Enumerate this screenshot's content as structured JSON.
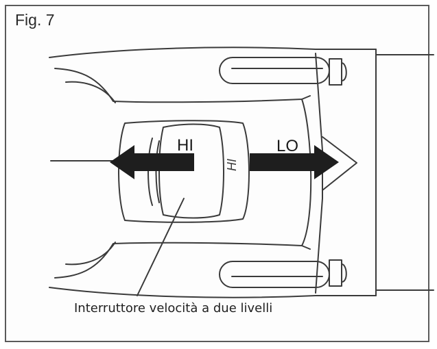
{
  "figure": {
    "label": "Fig. 7",
    "callout": "Interruttore velocità a due livelli"
  },
  "switch": {
    "high_label": "HI",
    "low_label": "LO",
    "embossed_mark": "HI"
  },
  "colors": {
    "line": "#3a3a3a",
    "arrow_fill": "#1e1e1e",
    "frame": "#5a5a5a"
  }
}
